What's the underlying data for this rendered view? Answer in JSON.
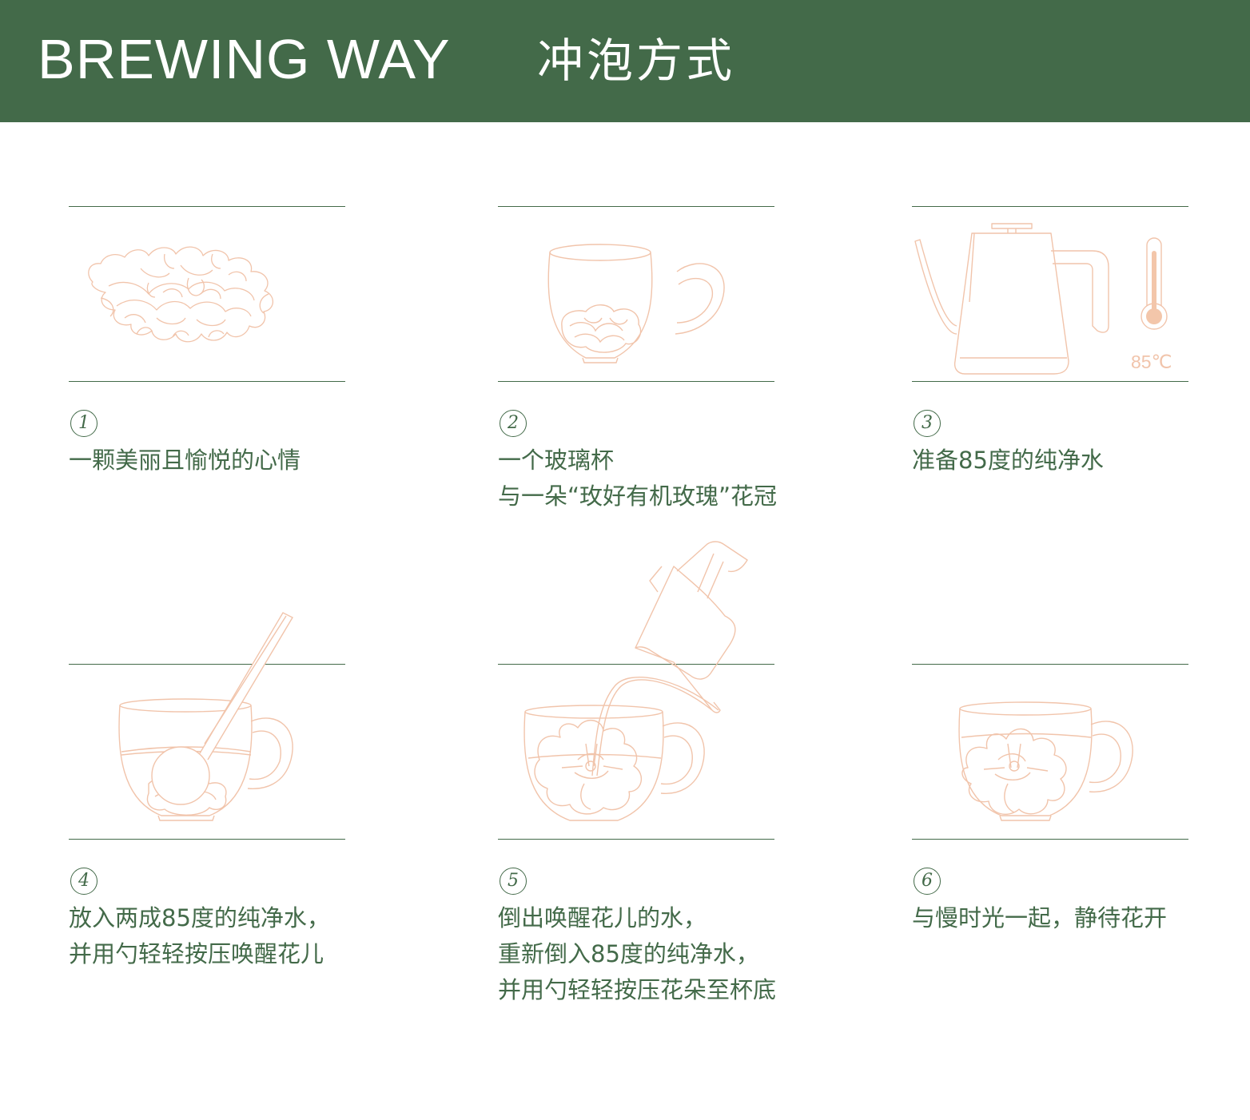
{
  "header": {
    "title_en": "BREWING WAY",
    "title_zh": "冲泡方式"
  },
  "steps": [
    {
      "number": "1",
      "lines": [
        "一颗美丽且愉悦的心情"
      ]
    },
    {
      "number": "2",
      "lines": [
        "一个玻璃杯",
        "与一朵“玫好有机玫瑰”花冠"
      ]
    },
    {
      "number": "3",
      "lines": [
        "准备85度的纯净水"
      ]
    },
    {
      "number": "4",
      "lines": [
        "放入两成85度的纯净水，",
        "并用勺轻轻按压唤醒花儿"
      ]
    },
    {
      "number": "5",
      "lines": [
        "倒出唤醒花儿的水，",
        "重新倒入85度的纯净水，",
        "并用勺轻轻按压花朵至杯底"
      ]
    },
    {
      "number": "6",
      "lines": [
        "与慢时光一起，静待花开"
      ]
    }
  ],
  "kettle_temperature": "85℃",
  "colors": {
    "header_bg": "#436a49",
    "text_green": "#436a49",
    "illustration_line": "#f1c4ab",
    "thermometer_fill": "#f3c6aa"
  }
}
